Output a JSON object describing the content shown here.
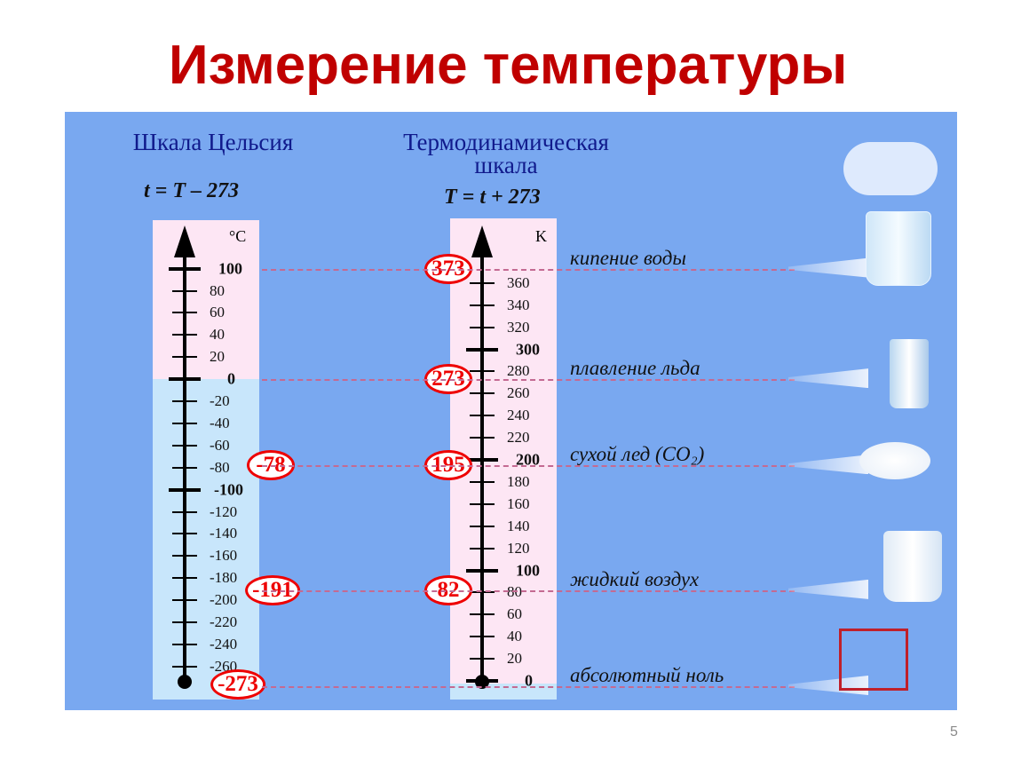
{
  "title": "Измерение температуры",
  "page_number": "5",
  "celsius": {
    "heading": "Шкала Цельсия",
    "formula": "t = T – 273",
    "unit": "°C",
    "ticks": [
      100,
      80,
      60,
      40,
      20,
      0,
      -20,
      -40,
      -60,
      -80,
      -100,
      -120,
      -140,
      -160,
      -180,
      -200,
      -220,
      -240,
      -260
    ],
    "bold_ticks": [
      100,
      0,
      -100
    ],
    "markers": [
      {
        "label": "-78",
        "value": -78
      },
      {
        "label": "-191",
        "value": -191
      },
      {
        "label": "-273",
        "value": -273
      }
    ]
  },
  "kelvin": {
    "heading_line1": "Термодинамическая",
    "heading_line2": "шкала",
    "formula": "T = t + 273",
    "unit": "K",
    "ticks": [
      360,
      340,
      320,
      300,
      280,
      260,
      240,
      220,
      200,
      180,
      160,
      140,
      120,
      100,
      80,
      60,
      40,
      20,
      0
    ],
    "bold_ticks": [
      300,
      200,
      100,
      0
    ],
    "markers": [
      {
        "label": "373",
        "value": 373
      },
      {
        "label": "273",
        "value": 273
      },
      {
        "label": "195",
        "value": 195
      },
      {
        "label": "82",
        "value": 82
      }
    ]
  },
  "phenomena": [
    {
      "label": "кипение воды",
      "kelvin": 373,
      "icon": "boiling-water-beaker-icon"
    },
    {
      "label": "плавление льда",
      "kelvin": 273,
      "icon": "ice-glass-icon"
    },
    {
      "label": "сухой лед (CO₂)",
      "kelvin": 195,
      "icon": "dry-ice-icon"
    },
    {
      "label": "жидкий воздух",
      "kelvin": 82,
      "icon": "liquid-air-beaker-icon"
    },
    {
      "label": "абсолютный ноль",
      "kelvin": 0,
      "icon": "crystal-lattice-icon"
    }
  ],
  "colors": {
    "title": "#c00000",
    "panel": "#79a8f0",
    "pink": "#fde6f4",
    "light_blue": "#c8e6fb",
    "marker": "#e00000",
    "heading": "#101a8c"
  }
}
